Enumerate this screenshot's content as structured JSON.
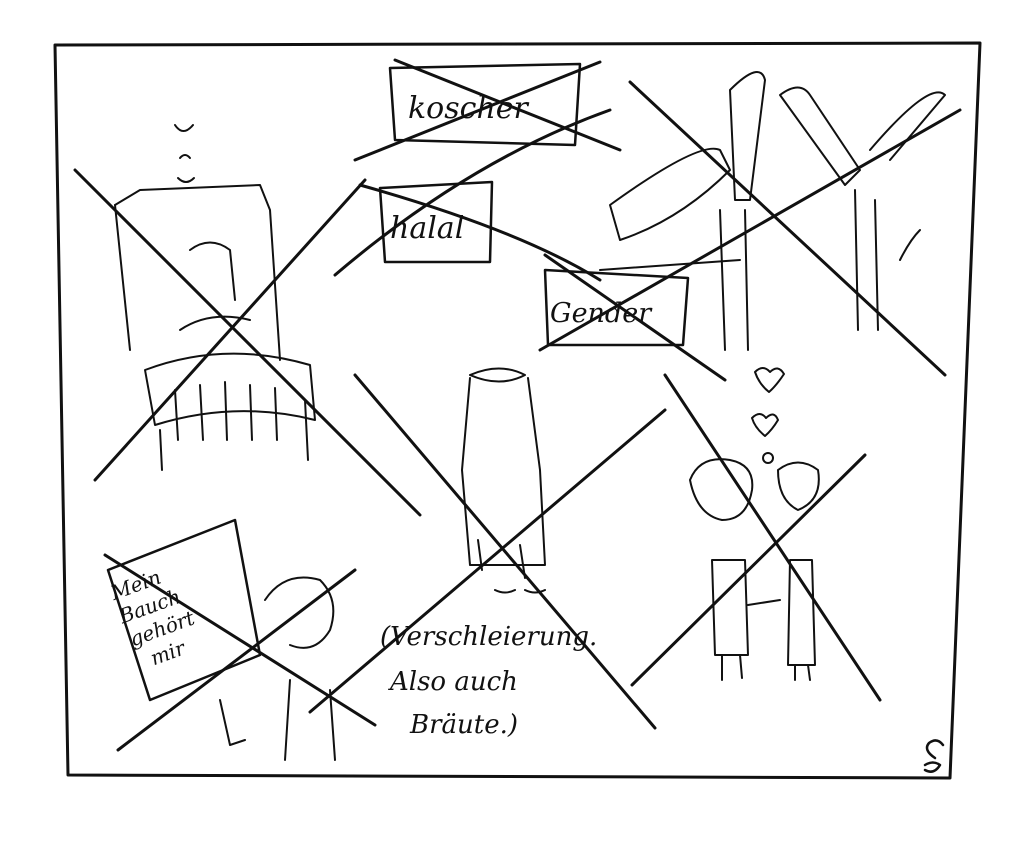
{
  "cartoon": {
    "signs": {
      "kosher": "koscher",
      "halal": "halal",
      "gender": "Gender"
    },
    "placard": [
      "Mein",
      "Bauch",
      "gehört",
      "mir"
    ],
    "caption": [
      "(Verschleierung.",
      "Also auch",
      "Bräute.)"
    ],
    "signature": "SB"
  }
}
